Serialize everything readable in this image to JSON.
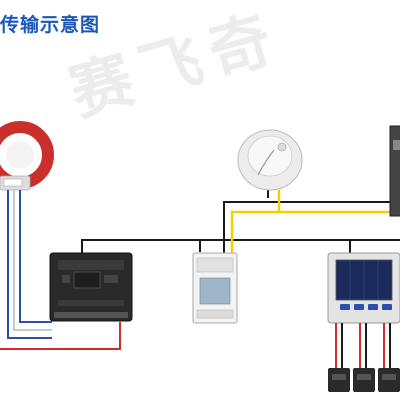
{
  "title": "传输示意图",
  "watermark": "赛飞奇",
  "colors": {
    "title": "#1a57b8",
    "bus_black": "#1a1a1a",
    "bus_yellow": "#f2d100",
    "wire_red": "#d42a2a",
    "wire_blue": "#2a4fb0",
    "wire_white": "#c8c8c8"
  },
  "devices": [
    {
      "name": "current-transformer-ring",
      "icon": "red-ring-sensor-icon"
    },
    {
      "name": "smoke-detector",
      "icon": "smoke-detector-icon"
    },
    {
      "name": "wall-panel",
      "icon": "wall-panel-icon"
    },
    {
      "name": "monitoring-host",
      "icon": "control-unit-icon"
    },
    {
      "name": "din-rail-module",
      "icon": "din-module-icon"
    },
    {
      "name": "display-terminal",
      "icon": "display-terminal-icon"
    },
    {
      "name": "sensor-probes",
      "icon": "probe-icon"
    }
  ]
}
